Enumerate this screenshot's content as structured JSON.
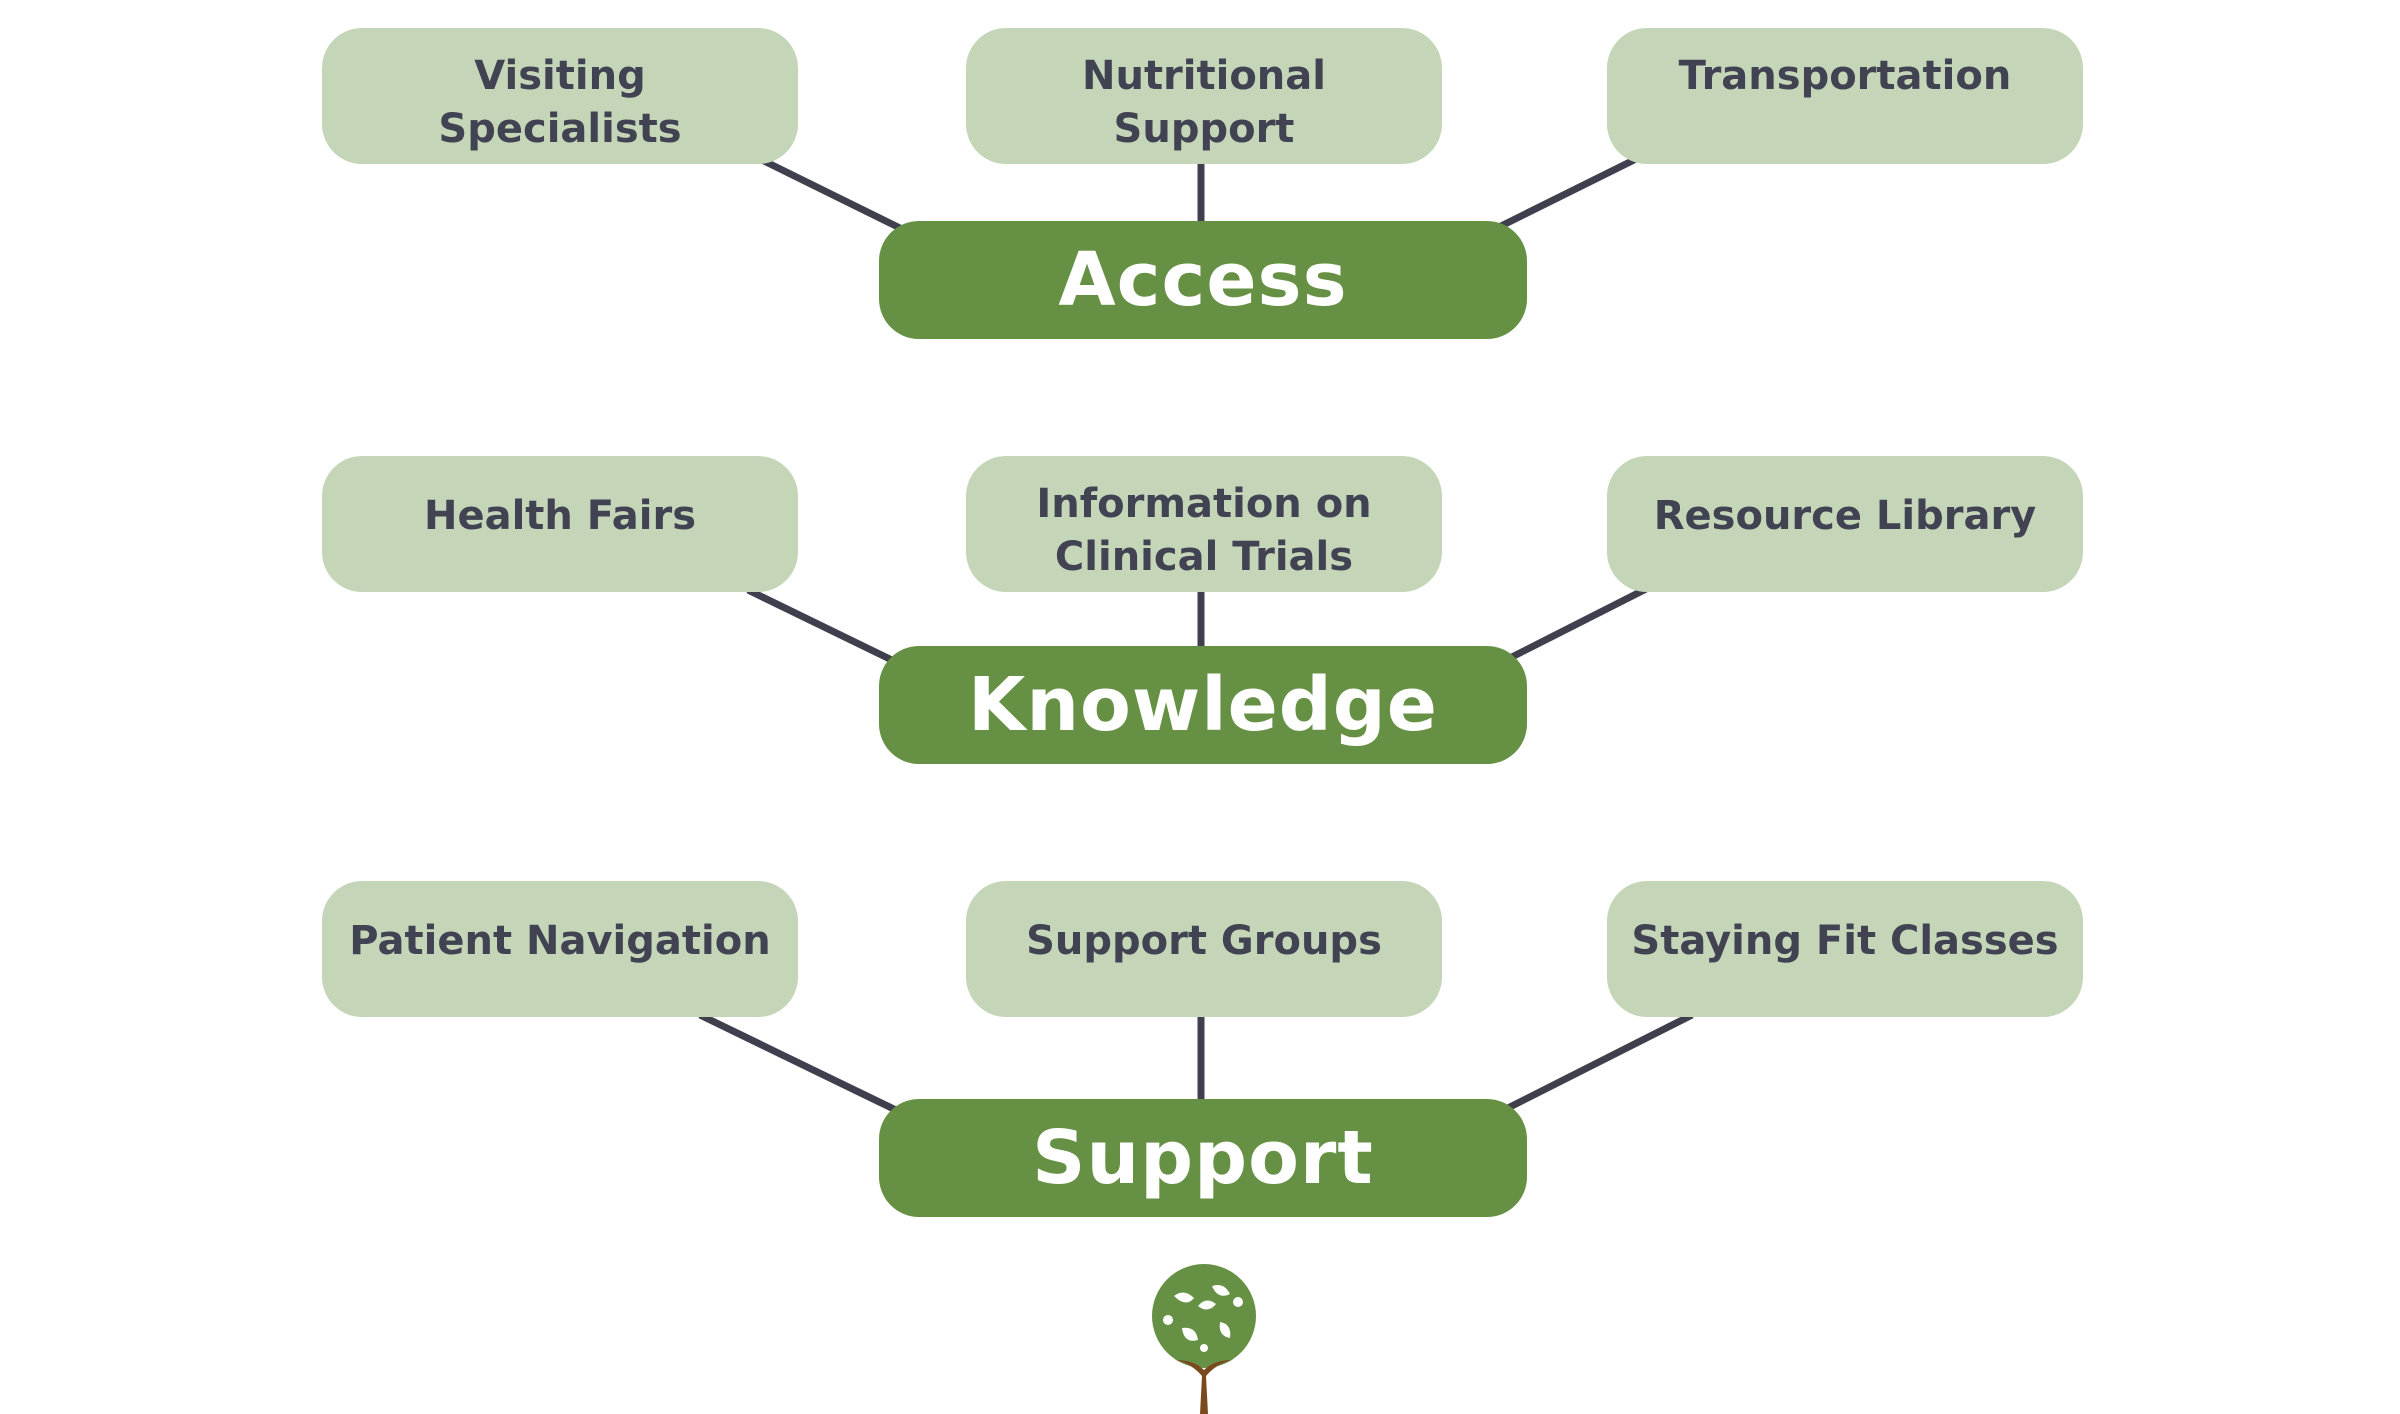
{
  "colors": {
    "hub_fill": "#669144",
    "hub_text": "#ffffff",
    "leaf_fill": "#c5d5b8",
    "leaf_text": "#414352",
    "connector": "#3f3f4d",
    "tree_leaves": "#669144",
    "tree_trunk": "#7a4a1e"
  },
  "groups": [
    {
      "hub": "Access",
      "items": [
        "Visiting\nSpecialists",
        "Nutritional\nSupport",
        "Transportation"
      ]
    },
    {
      "hub": "Knowledge",
      "items": [
        "Health Fairs",
        "Information on\nClinical Trials",
        "Resource Library"
      ]
    },
    {
      "hub": "Support",
      "items": [
        "Patient Navigation",
        "Support Groups",
        "Staying Fit Classes"
      ]
    }
  ],
  "logo": {
    "icon": "tree-icon"
  }
}
